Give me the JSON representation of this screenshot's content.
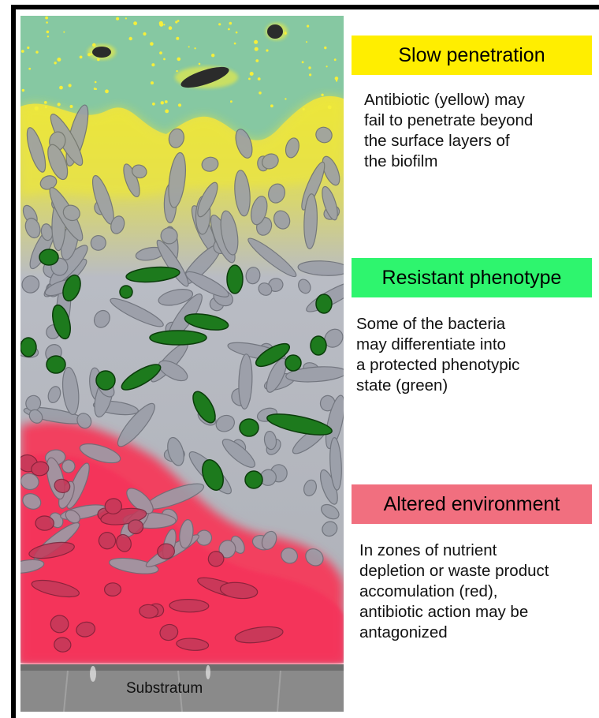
{
  "panels": [
    {
      "title": "Slow penetration",
      "description": "Antibiotic (yellow) may\nfail to penetrate beyond\nthe surface layers of\nthe biofilm",
      "color": "#ffee00"
    },
    {
      "title": "Resistant phenotype",
      "description": "Some of the bacteria\nmay differentiate into\na protected phenotypic\nstate (green)",
      "color": "#2ef56e"
    },
    {
      "title": "Altered environment",
      "description": "In zones of nutrient\ndepletion or waste product\naccomulation (red),\nantibiotic action may be\nantagonized",
      "color": "#f16f7f"
    }
  ],
  "illustration": {
    "substratum_label": "Substratum",
    "colors": {
      "fluid": "#86c8a2",
      "antibiotic": "#f5ef3a",
      "biofilm": "#b9bcc4",
      "resistant_cells": "#1d7a1d",
      "depleted_zone": "#f2405e",
      "substratum": "#8a8a8a"
    }
  }
}
